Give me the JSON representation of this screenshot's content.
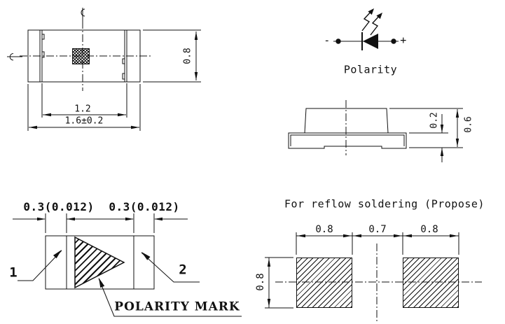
{
  "top_view": {
    "dim_inner_width": "1.2",
    "dim_overall_width": "1.6±0.2",
    "dim_height": "0.8"
  },
  "polarity_symbol": {
    "minus": "-",
    "plus": "+",
    "label": "Polarity"
  },
  "side_view": {
    "dim_terminal_thickness": "0.2",
    "dim_total_height": "0.6"
  },
  "front_view": {
    "dim_left_electrode": "0.3(0.012)",
    "dim_right_electrode": "0.3(0.012)",
    "pin_1": "1",
    "pin_2": "2",
    "polarity_mark": "POLARITY MARK"
  },
  "pad_layout": {
    "title": "For reflow soldering (Propose)",
    "dim_left_pad_width": "0.8",
    "dim_pad_gap": "0.7",
    "dim_right_pad_width": "0.8",
    "dim_pad_height": "0.8"
  },
  "colors": {
    "line": "#111111",
    "background": "#ffffff"
  }
}
